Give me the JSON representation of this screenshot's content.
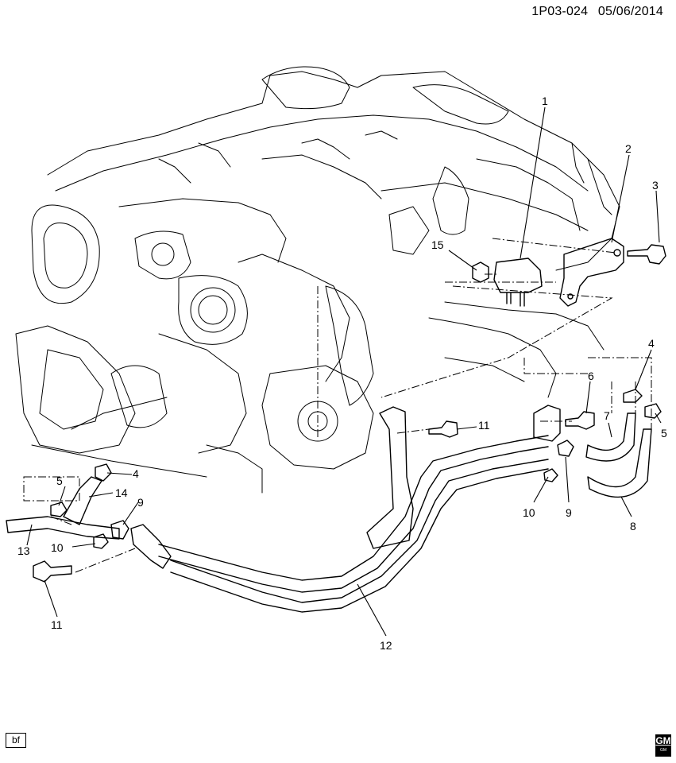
{
  "header": {
    "diagram_code": "1P03-024",
    "date": "05/06/2014"
  },
  "footer": {
    "tag": "bf",
    "logo_text": "GM",
    "logo_subtext": "GM"
  },
  "callouts": {
    "c1": "1",
    "c2": "2",
    "c3": "3",
    "c4a": "4",
    "c4b": "4",
    "c5a": "5",
    "c5b": "5",
    "c6": "6",
    "c7": "7",
    "c8": "8",
    "c9a": "9",
    "c9b": "9",
    "c10a": "10",
    "c10b": "10",
    "c11a": "11",
    "c11b": "11",
    "c12": "12",
    "c13": "13",
    "c14": "14",
    "c15": "15"
  },
  "colors": {
    "line": "#000000",
    "background": "#ffffff"
  }
}
